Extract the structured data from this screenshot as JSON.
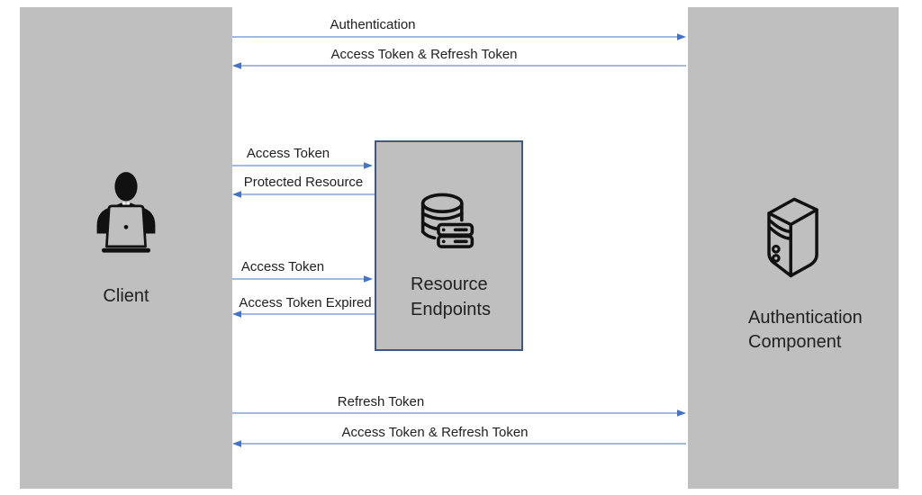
{
  "diagram": {
    "title_hint": "OAuth token flow diagram",
    "client": {
      "label": "Client"
    },
    "resource": {
      "line1": "Resource",
      "line2": "Endpoints"
    },
    "auth": {
      "line1": "Authentication",
      "line2": "Component"
    },
    "arrows": [
      {
        "label": "Authentication",
        "direction": "right",
        "from": "Client",
        "to": "Authentication Component"
      },
      {
        "label": "Access Token & Refresh Token",
        "direction": "left",
        "from": "Authentication Component",
        "to": "Client"
      },
      {
        "label": "Access Token",
        "direction": "right",
        "from": "Client",
        "to": "Resource Endpoints"
      },
      {
        "label": "Protected Resource",
        "direction": "left",
        "from": "Resource Endpoints",
        "to": "Client"
      },
      {
        "label": "Access Token",
        "direction": "right",
        "from": "Client",
        "to": "Resource Endpoints"
      },
      {
        "label": "Access Token Expired",
        "direction": "left",
        "from": "Resource Endpoints",
        "to": "Client"
      },
      {
        "label": "Refresh Token",
        "direction": "right",
        "from": "Client",
        "to": "Authentication Component"
      },
      {
        "label": "Access Token & Refresh Token",
        "direction": "left",
        "from": "Authentication Component",
        "to": "Client"
      }
    ],
    "icons": {
      "client": "person-at-laptop-icon",
      "resource": "database-server-icon",
      "auth": "server-tower-icon"
    },
    "colors": {
      "panel_fill": "#BFBFBF",
      "arrow_line": "#87A3D6",
      "arrow_head": "#4472C4",
      "box_border": "#41587E",
      "text": "#212121",
      "icon_stroke": "#111111"
    }
  }
}
